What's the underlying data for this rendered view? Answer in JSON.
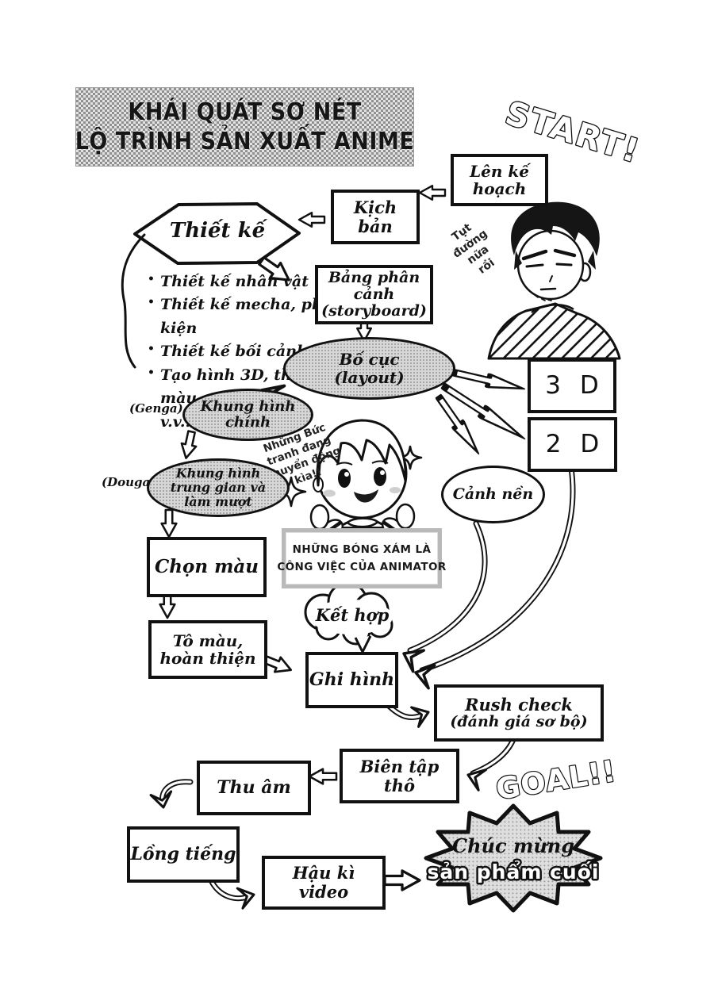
{
  "page": {
    "title_line1": "KHÁI QUÁT SƠ NÉT",
    "title_line2": "LỘ TRÌNH SẢN XUẤT ANIME",
    "start_label": "START!",
    "goal_label": "GOAL!!",
    "ink_color": "#111111",
    "gray_step_fill": "#d7d7d7"
  },
  "nodes": {
    "plan": "Lên kế hoạch",
    "script": "Kịch bản",
    "design": "Thiết kế",
    "storyboard_line1": "Bảng phân cảnh",
    "storyboard_line2": "(storyboard)",
    "layout_line1": "Bố cục",
    "layout_line2": "(layout)",
    "genga_tag": "(Genga)",
    "genga": "Khung hình chính",
    "douga_tag": "(Douga)",
    "douga": "Khung hình trung gian và làm mượt",
    "pick_color": "Chọn màu",
    "paint_line1": "Tô màu,",
    "paint_line2": "hoàn thiện",
    "compose": "Kết hợp",
    "shoot": "Ghi hình",
    "background": "Cảnh nền",
    "three_d": "3 D",
    "two_d": "2 D",
    "rush_line1": "Rush check",
    "rush_line2": "(đánh giá sơ bộ)",
    "rough_edit": "Biên tập thô",
    "record": "Thu âm",
    "dub": "Lồng tiếng",
    "post": "Hậu kì video",
    "final_line1": "Chúc mừng",
    "final_line2": "sản phẩm cuối"
  },
  "design_list": {
    "items": [
      "Thiết kế nhân vật",
      "Thiết kế mecha, phụ kiện",
      "Thiết kế bối cảnh",
      "Tạo hình 3D, thiết kế màu,"
    ],
    "more": "v.v..."
  },
  "speech": {
    "man_line1": "Tụt",
    "man_line2": "đường",
    "man_line3": "nữa",
    "man_line4": "rồi",
    "kid_line1": "Những Bức",
    "kid_line2": "tranh đang",
    "kid_line3": "chuyển động",
    "kid_line4": "kìa!!"
  },
  "note": {
    "line1": "NHỮNG BÓNG XÁM LÀ",
    "line2": "CÔNG VIỆC CỦA ANIMATOR"
  }
}
